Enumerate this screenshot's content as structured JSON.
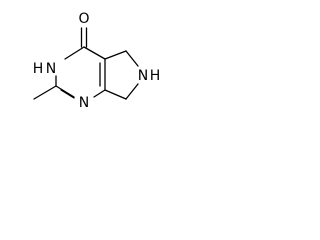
{
  "molecule": {
    "atoms": {
      "carbonyl_oxygen": "O",
      "nh_3_n": "N",
      "nh_3_h": "H",
      "n_1": "N",
      "nh_6_n": "N",
      "nh_6_h": "H"
    }
  }
}
